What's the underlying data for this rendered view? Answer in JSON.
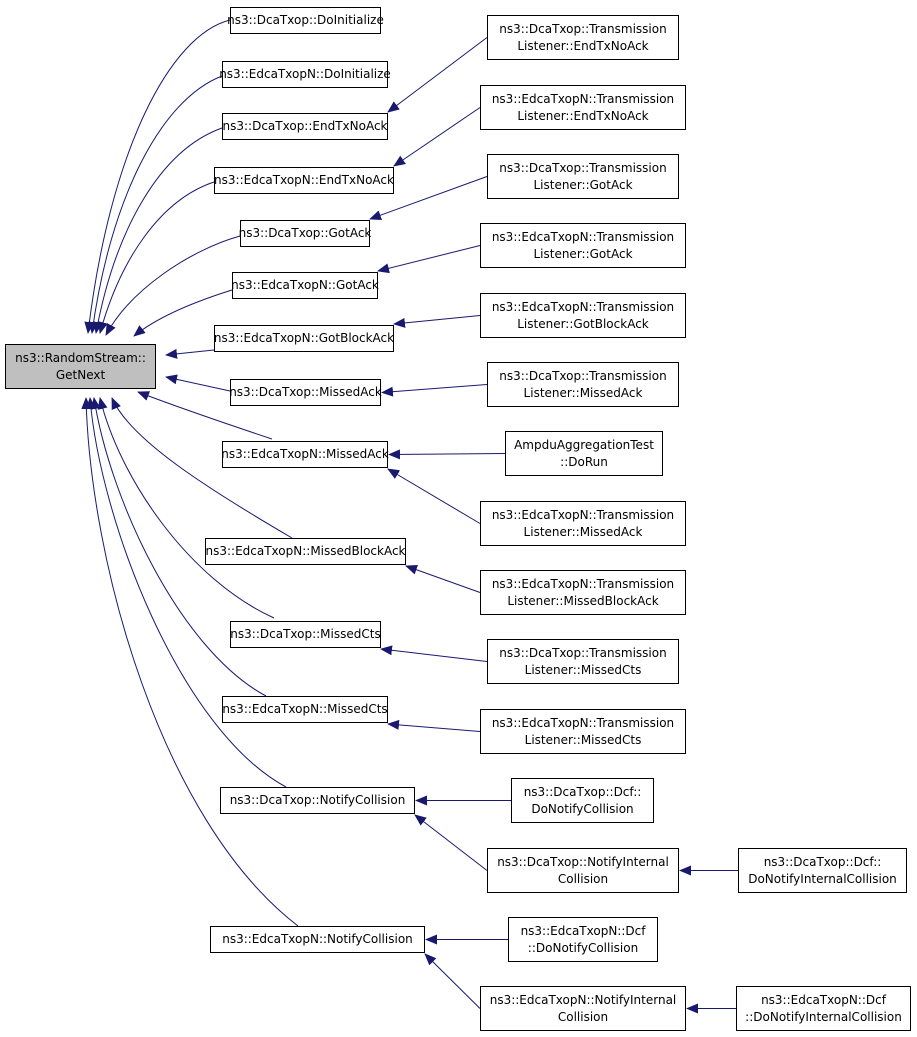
{
  "colors": {
    "edge": "#191970",
    "border": "#000000",
    "root_fill": "#bfbfbf",
    "node_fill": "#ffffff"
  },
  "root": {
    "id": "root",
    "lines": [
      "ns3::RandomStream::",
      "GetNext"
    ]
  },
  "nodes": [
    {
      "id": "dcatxop-doinit",
      "lines": [
        "ns3::DcaTxop::DoInitialize"
      ]
    },
    {
      "id": "edca-doinit",
      "lines": [
        "ns3::EdcaTxopN::DoInitialize"
      ]
    },
    {
      "id": "dcatxop-endtxnoack",
      "lines": [
        "ns3::DcaTxop::EndTxNoAck"
      ]
    },
    {
      "id": "edca-endtxnoack",
      "lines": [
        "ns3::EdcaTxopN::EndTxNoAck"
      ]
    },
    {
      "id": "dcatxop-gotack",
      "lines": [
        "ns3::DcaTxop::GotAck"
      ]
    },
    {
      "id": "edca-gotack",
      "lines": [
        "ns3::EdcaTxopN::GotAck"
      ]
    },
    {
      "id": "edca-gotblockack",
      "lines": [
        "ns3::EdcaTxopN::GotBlockAck"
      ]
    },
    {
      "id": "dcatxop-missedack",
      "lines": [
        "ns3::DcaTxop::MissedAck"
      ]
    },
    {
      "id": "edca-missedack",
      "lines": [
        "ns3::EdcaTxopN::MissedAck"
      ]
    },
    {
      "id": "edca-missedblockack",
      "lines": [
        "ns3::EdcaTxopN::MissedBlockAck"
      ]
    },
    {
      "id": "dcatxop-missedcts",
      "lines": [
        "ns3::DcaTxop::MissedCts"
      ]
    },
    {
      "id": "edca-missedcts",
      "lines": [
        "ns3::EdcaTxopN::MissedCts"
      ]
    },
    {
      "id": "dcatxop-notifycollision",
      "lines": [
        "ns3::DcaTxop::NotifyCollision"
      ]
    },
    {
      "id": "edca-notifycollision",
      "lines": [
        "ns3::EdcaTxopN::NotifyCollision"
      ]
    },
    {
      "id": "tl-dca-endtxnoack",
      "lines": [
        "ns3::DcaTxop::Transmission",
        "Listener::EndTxNoAck"
      ]
    },
    {
      "id": "tl-edca-endtxnoack",
      "lines": [
        "ns3::EdcaTxopN::Transmission",
        "Listener::EndTxNoAck"
      ]
    },
    {
      "id": "tl-dca-gotack",
      "lines": [
        "ns3::DcaTxop::Transmission",
        "Listener::GotAck"
      ]
    },
    {
      "id": "tl-edca-gotack",
      "lines": [
        "ns3::EdcaTxopN::Transmission",
        "Listener::GotAck"
      ]
    },
    {
      "id": "tl-edca-gotblockack",
      "lines": [
        "ns3::EdcaTxopN::Transmission",
        "Listener::GotBlockAck"
      ]
    },
    {
      "id": "tl-dca-missedack",
      "lines": [
        "ns3::DcaTxop::Transmission",
        "Listener::MissedAck"
      ]
    },
    {
      "id": "ampdu-dorun",
      "lines": [
        "AmpduAggregationTest",
        "::DoRun"
      ]
    },
    {
      "id": "tl-edca-missedack",
      "lines": [
        "ns3::EdcaTxopN::Transmission",
        "Listener::MissedAck"
      ]
    },
    {
      "id": "tl-edca-missedblockack",
      "lines": [
        "ns3::EdcaTxopN::Transmission",
        "Listener::MissedBlockAck"
      ]
    },
    {
      "id": "tl-dca-missedcts",
      "lines": [
        "ns3::DcaTxop::Transmission",
        "Listener::MissedCts"
      ]
    },
    {
      "id": "tl-edca-missedcts",
      "lines": [
        "ns3::EdcaTxopN::Transmission",
        "Listener::MissedCts"
      ]
    },
    {
      "id": "dcf-donotifycollision",
      "lines": [
        "ns3::DcaTxop::Dcf::",
        "DoNotifyCollision"
      ]
    },
    {
      "id": "dca-notifyinternal",
      "lines": [
        "ns3::DcaTxop::NotifyInternal",
        "Collision"
      ]
    },
    {
      "id": "dcf-donotifyinternal",
      "lines": [
        "ns3::DcaTxop::Dcf::",
        "DoNotifyInternalCollision"
      ]
    },
    {
      "id": "edcadcf-donotifycollision",
      "lines": [
        "ns3::EdcaTxopN::Dcf",
        "::DoNotifyCollision"
      ]
    },
    {
      "id": "edca-notifyinternal",
      "lines": [
        "ns3::EdcaTxopN::NotifyInternal",
        "Collision"
      ]
    },
    {
      "id": "edcadcf-donotifyinternal",
      "lines": [
        "ns3::EdcaTxopN::Dcf",
        "::DoNotifyInternalCollision"
      ]
    }
  ],
  "edges": [
    {
      "from": "dcatxop-doinit",
      "to": "root"
    },
    {
      "from": "edca-doinit",
      "to": "root"
    },
    {
      "from": "dcatxop-endtxnoack",
      "to": "root"
    },
    {
      "from": "edca-endtxnoack",
      "to": "root"
    },
    {
      "from": "dcatxop-gotack",
      "to": "root"
    },
    {
      "from": "edca-gotack",
      "to": "root"
    },
    {
      "from": "edca-gotblockack",
      "to": "root"
    },
    {
      "from": "dcatxop-missedack",
      "to": "root"
    },
    {
      "from": "edca-missedack",
      "to": "root"
    },
    {
      "from": "edca-missedblockack",
      "to": "root"
    },
    {
      "from": "dcatxop-missedcts",
      "to": "root"
    },
    {
      "from": "edca-missedcts",
      "to": "root"
    },
    {
      "from": "dcatxop-notifycollision",
      "to": "root"
    },
    {
      "from": "edca-notifycollision",
      "to": "root"
    },
    {
      "from": "tl-dca-endtxnoack",
      "to": "dcatxop-endtxnoack"
    },
    {
      "from": "tl-edca-endtxnoack",
      "to": "edca-endtxnoack"
    },
    {
      "from": "tl-dca-gotack",
      "to": "dcatxop-gotack"
    },
    {
      "from": "tl-edca-gotack",
      "to": "edca-gotack"
    },
    {
      "from": "tl-edca-gotblockack",
      "to": "edca-gotblockack"
    },
    {
      "from": "tl-dca-missedack",
      "to": "dcatxop-missedack"
    },
    {
      "from": "ampdu-dorun",
      "to": "edca-missedack"
    },
    {
      "from": "tl-edca-missedack",
      "to": "edca-missedack"
    },
    {
      "from": "tl-edca-missedblockack",
      "to": "edca-missedblockack"
    },
    {
      "from": "tl-dca-missedcts",
      "to": "dcatxop-missedcts"
    },
    {
      "from": "tl-edca-missedcts",
      "to": "edca-missedcts"
    },
    {
      "from": "dcf-donotifycollision",
      "to": "dcatxop-notifycollision"
    },
    {
      "from": "dca-notifyinternal",
      "to": "dcatxop-notifycollision"
    },
    {
      "from": "dcf-donotifyinternal",
      "to": "dca-notifyinternal"
    },
    {
      "from": "edcadcf-donotifycollision",
      "to": "edca-notifycollision"
    },
    {
      "from": "edca-notifyinternal",
      "to": "edca-notifycollision"
    },
    {
      "from": "edcadcf-donotifyinternal",
      "to": "edca-notifyinternal"
    }
  ]
}
